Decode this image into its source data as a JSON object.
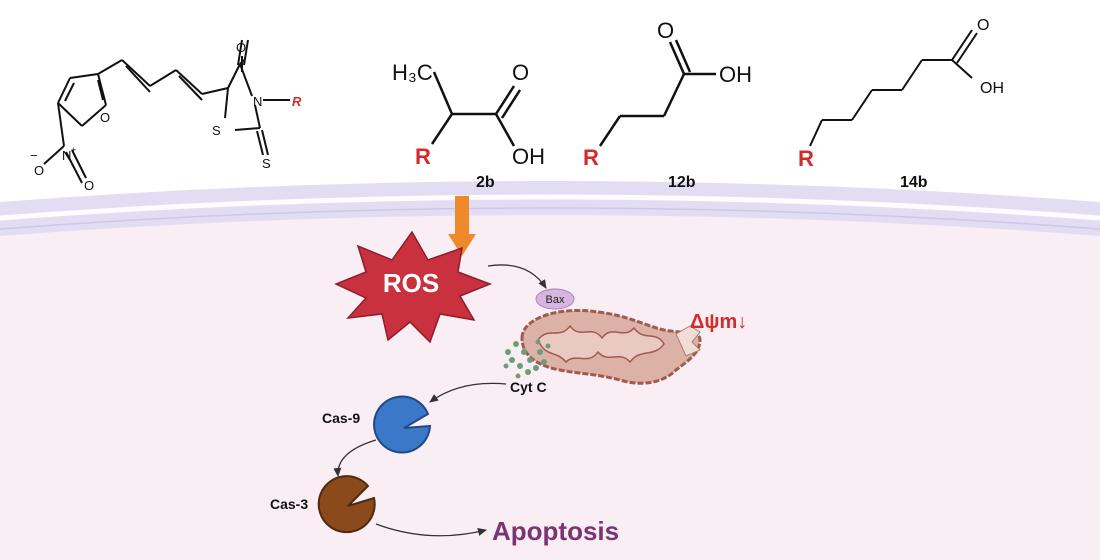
{
  "structures": {
    "core": {
      "O1": "O",
      "O2": "O",
      "O3": "O",
      "N1": "N",
      "N2": "N",
      "plus": "+",
      "S1": "S",
      "S2": "S",
      "R": "R",
      "minus": "−"
    },
    "s2b": {
      "h3c": "H₃C",
      "O": "O",
      "OH": "OH",
      "R": "R",
      "label": "2b"
    },
    "s12b": {
      "O": "O",
      "OH": "OH",
      "R": "R",
      "label": "12b"
    },
    "s14b": {
      "O": "O",
      "OH": "OH",
      "R": "R",
      "label": "14b"
    }
  },
  "pathway": {
    "ros": "ROS",
    "bax": "Bax",
    "delta": "Δψm↓",
    "cytc": "Cyt C",
    "cas9": "Cas-9",
    "cas3": "Cas-3",
    "apoptosis": "Apoptosis"
  },
  "colors": {
    "r_group": "#d62a2a",
    "ros_fill": "#c9313f",
    "arrow_orange": "#ef8a2b",
    "membrane": "#e3ddf3",
    "cytoplasm": "#f9eef4",
    "cas9": "#3b78c9",
    "cas3": "#8b4a1c",
    "apoptosis": "#7a3470",
    "bax": "#d8b5e0",
    "mito_fill": "#ddb2a6",
    "mito_stroke": "#a05a50",
    "cyt_dots": "#6b9e78"
  }
}
